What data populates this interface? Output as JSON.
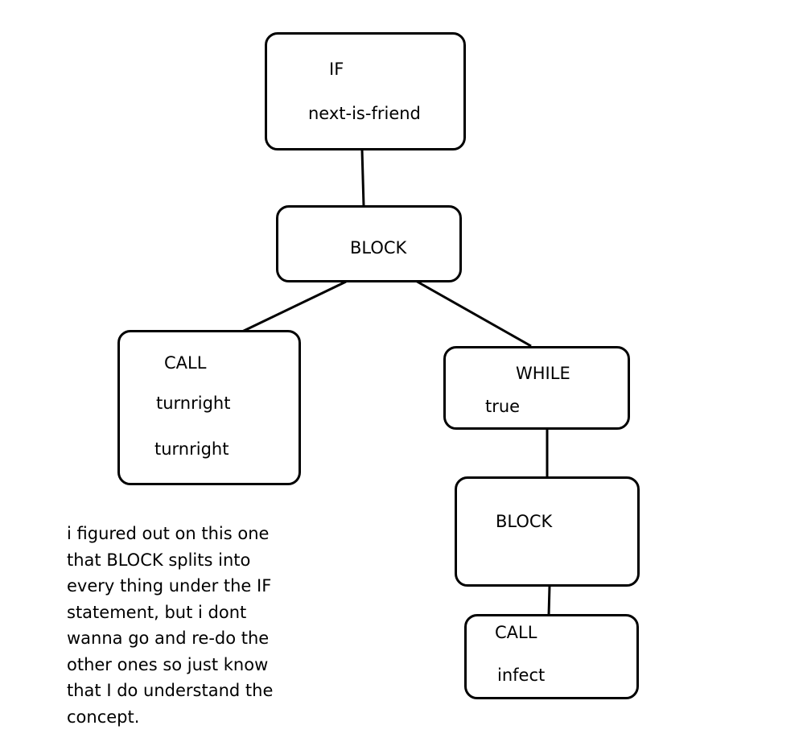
{
  "nodes": {
    "if": {
      "lines": [
        "IF",
        "next-is-friend"
      ]
    },
    "block_top": {
      "lines": [
        "BLOCK"
      ]
    },
    "call_left": {
      "lines": [
        "CALL",
        "turnright",
        "turnright"
      ]
    },
    "while": {
      "lines": [
        "WHILE",
        "true"
      ]
    },
    "block_inner": {
      "lines": [
        "BLOCK"
      ]
    },
    "call_infect": {
      "lines": [
        "CALL",
        "infect"
      ]
    }
  },
  "note": {
    "lines": [
      "i figured out on this one",
      "that BLOCK splits into",
      "every thing under the IF",
      "statement, but i dont",
      "wanna go and re-do the",
      "other ones so just know",
      "that I do understand the",
      "concept."
    ]
  }
}
